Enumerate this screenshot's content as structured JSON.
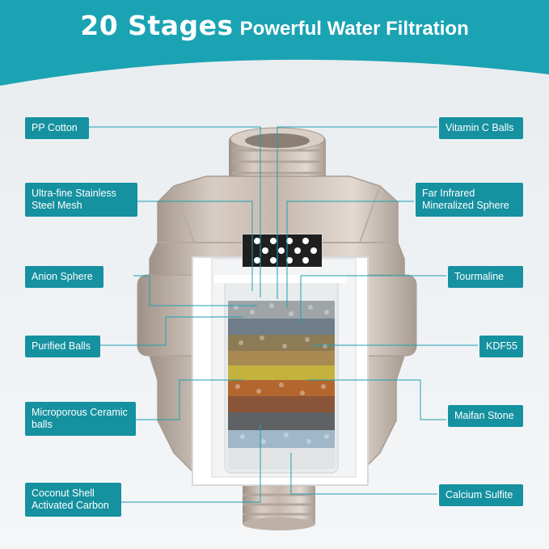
{
  "header": {
    "title_bold": "20 Stages",
    "title_rest": "Powerful Water Filtration"
  },
  "labels": {
    "left": [
      "PP Cotton",
      "Ultra-fine Stainless Steel Mesh",
      "Anion Sphere",
      "Purified Balls",
      "Microporous Ceramic balls",
      "Coconut Shell Activated Carbon"
    ],
    "right": [
      "Vitamin C Balls",
      "Far Infrared Mineralized Sphere",
      "Tourmaline",
      "KDF55",
      "Maifan Stone",
      "Calcium Sulfite"
    ]
  },
  "colors": {
    "header_teal": "#1aa3b3",
    "label_teal": "#1591a0",
    "leader_line": "#1e9fb0",
    "housing": "#c7bbb1",
    "background": "#eef1f4"
  }
}
